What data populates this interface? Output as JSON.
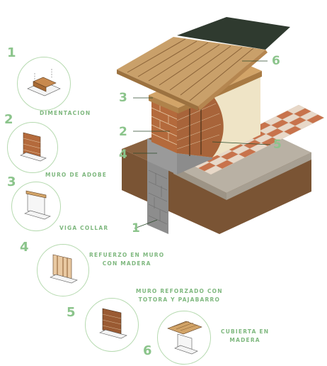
{
  "steps": [
    {
      "number": "1",
      "caption": "DIMENTACION"
    },
    {
      "number": "2",
      "caption": "MURO DE ADOBE"
    },
    {
      "number": "3",
      "caption": "VIGA COLLAR"
    },
    {
      "number": "4",
      "caption": "REFUERZO EN MURO\nCON MADERA"
    },
    {
      "number": "5",
      "caption": "MURO REFORZADO CON\nTOTORA Y PAJABARRO"
    },
    {
      "number": "6",
      "caption": "CUBIERTA EN\nMADERA"
    }
  ],
  "callouts": [
    "6",
    "3",
    "2",
    "4",
    "5",
    "1"
  ],
  "colors": {
    "accent_green": "#8bc48b",
    "circle_stroke": "#b6dab0",
    "adobe": "#b46a3c",
    "wood": "#c9a06a",
    "floor_terracotta": "#c8734c",
    "floor_light": "#e8d8c8",
    "soil": "#7a5434",
    "stone": "#8d8d8d",
    "roof_dark": "#2f3a2f"
  }
}
